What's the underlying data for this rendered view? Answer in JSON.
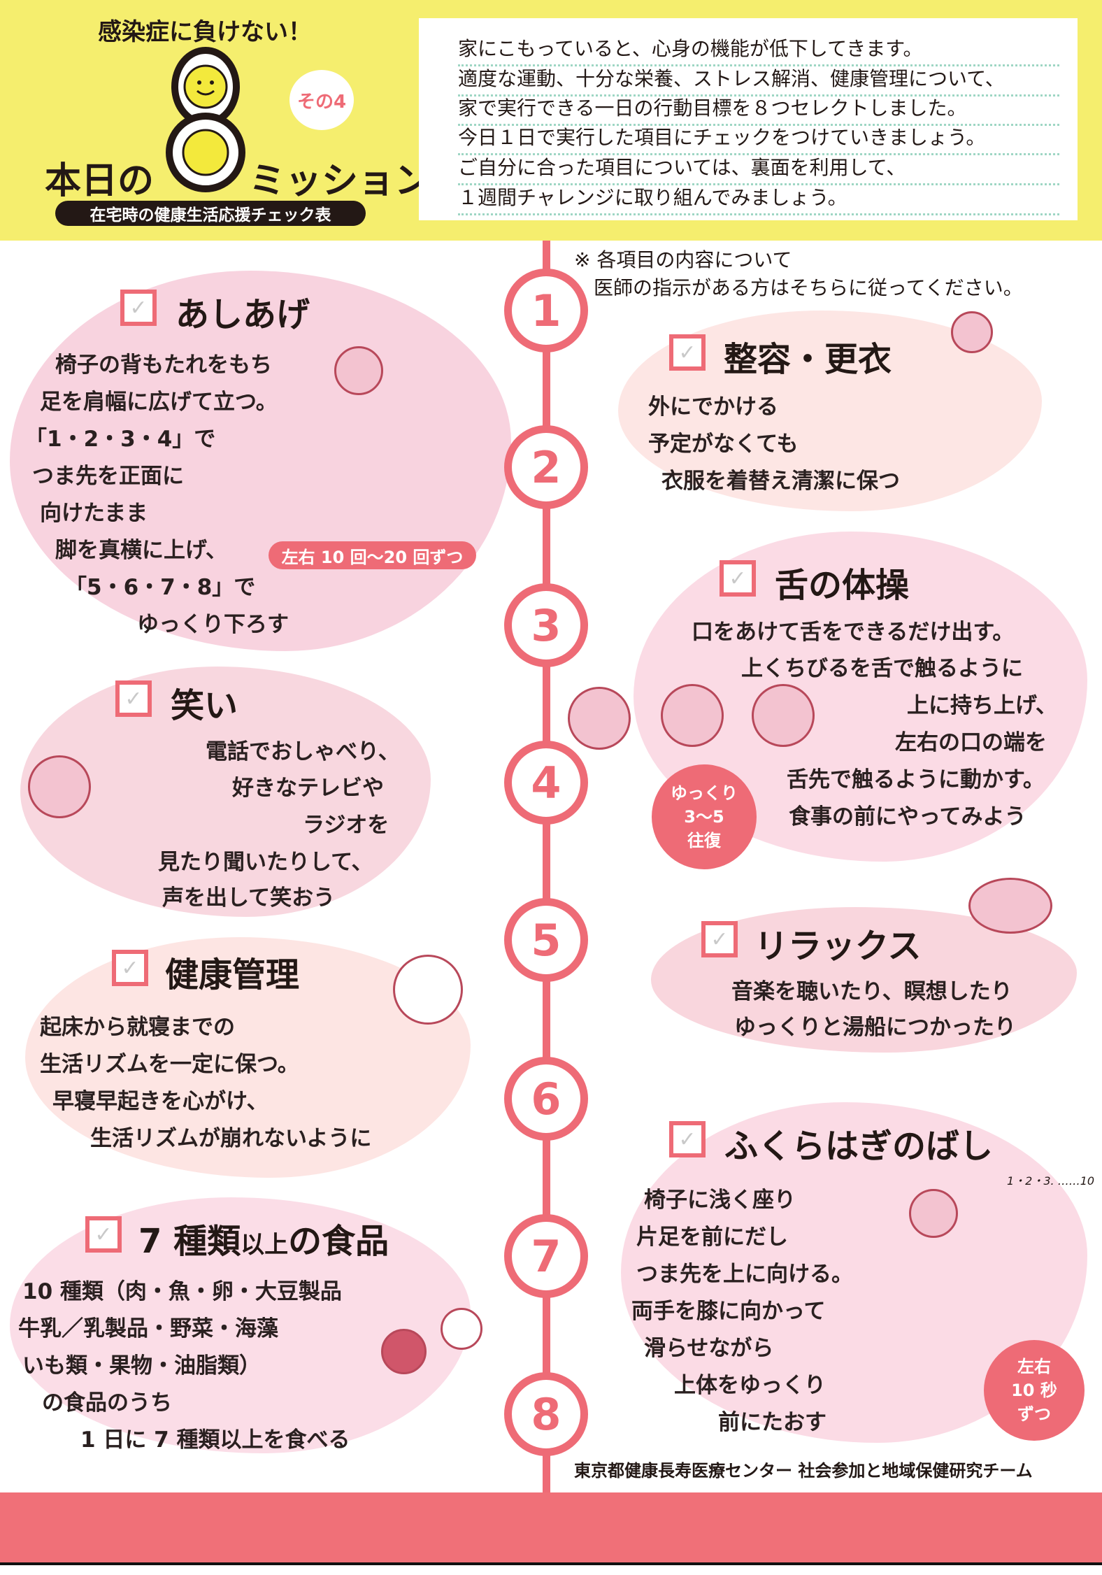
{
  "header": {
    "tagline": "感染症に負けない！",
    "logo_left": "本日の",
    "logo_number": "8",
    "logo_right": "ミッション",
    "edition": "その4",
    "subtitle": "在宅時の健康生活応援チェック表",
    "intro": [
      "家にこもっていると、心身の機能が低下してきます。",
      "適度な運動、十分な栄養、ストレス解消、健康管理について、",
      "家で実行できる一日の行動目標を８つセレクトしました。",
      "今日１日で実行した項目にチェックをつけていきましょう。",
      "ご自分に合った項目については、裏面を利用して、",
      "１週間チャレンジに取り組んでみましょう。"
    ]
  },
  "note": [
    "※ 各項目の内容について",
    "　医師の指示がある方はそちらに従ってください。"
  ],
  "numbers": [
    "1",
    "2",
    "3",
    "4",
    "5",
    "6",
    "7",
    "8"
  ],
  "check_glyph": "✓",
  "missions": [
    {
      "title": "あしあげ",
      "lines": [
        "椅子の背もたれをもち",
        "足を肩幅に広げて立つ。",
        "「1・2・3・4」で",
        "つま先を正面に",
        "向けたまま",
        "脚を真横に上げ、",
        "「5・6・7・8」で",
        "ゆっくり下ろす"
      ],
      "badge": "左右 10 回〜20 回ずつ"
    },
    {
      "title": "整容・更衣",
      "lines": [
        "外にでかける",
        "予定がなくても",
        "衣服を着替え清潔に保つ"
      ]
    },
    {
      "title": "舌の体操",
      "lines": [
        "口をあけて舌をできるだけ出す。",
        "上くちびるを舌で触るように",
        "上に持ち上げ、",
        "左右の口の端を",
        "舌先で触るように動かす。",
        "食事の前にやってみよう"
      ],
      "badge": [
        "ゆっくり",
        "3～5",
        "往復"
      ]
    },
    {
      "title": "笑い",
      "lines": [
        "電話でおしゃべり、",
        "好きなテレビや",
        "ラジオを",
        "見たり聞いたりして、",
        "声を出して笑おう"
      ]
    },
    {
      "title": "リラックス",
      "lines": [
        "音楽を聴いたり、瞑想したり",
        "ゆっくりと湯船につかったり"
      ]
    },
    {
      "title": "健康管理",
      "lines": [
        "起床から就寝までの",
        "生活リズムを一定に保つ。",
        "早寝早起きを心がけ、",
        "生活リズムが崩れないように"
      ]
    },
    {
      "title": "ふくらはぎのばし",
      "lines": [
        "椅子に浅く座り",
        "片足を前にだし",
        "つま先を上に向ける。",
        "両手を膝に向かって",
        "滑らせながら",
        "上体をゆっくり",
        "前にたおす"
      ],
      "badge": [
        "左右",
        "10 秒",
        "ずつ"
      ],
      "count_note": "1・2・3. ……10"
    },
    {
      "title_pre": "7 種類",
      "title_small": "以上",
      "title_post": "の食品",
      "lines": [
        "10 種類（肉・魚・卵・大豆製品",
        "牛乳／乳製品・野菜・海藻",
        "いも類・果物・油脂類）",
        "の食品のうち",
        "1 日に 7 種類以上を食べる"
      ]
    }
  ],
  "credit": "東京都健康長寿医療センター 社会参加と地域保健研究チーム",
  "colors": {
    "accent": "#ee6b76",
    "header": "#f5ee6e",
    "footer": "#f07078"
  }
}
